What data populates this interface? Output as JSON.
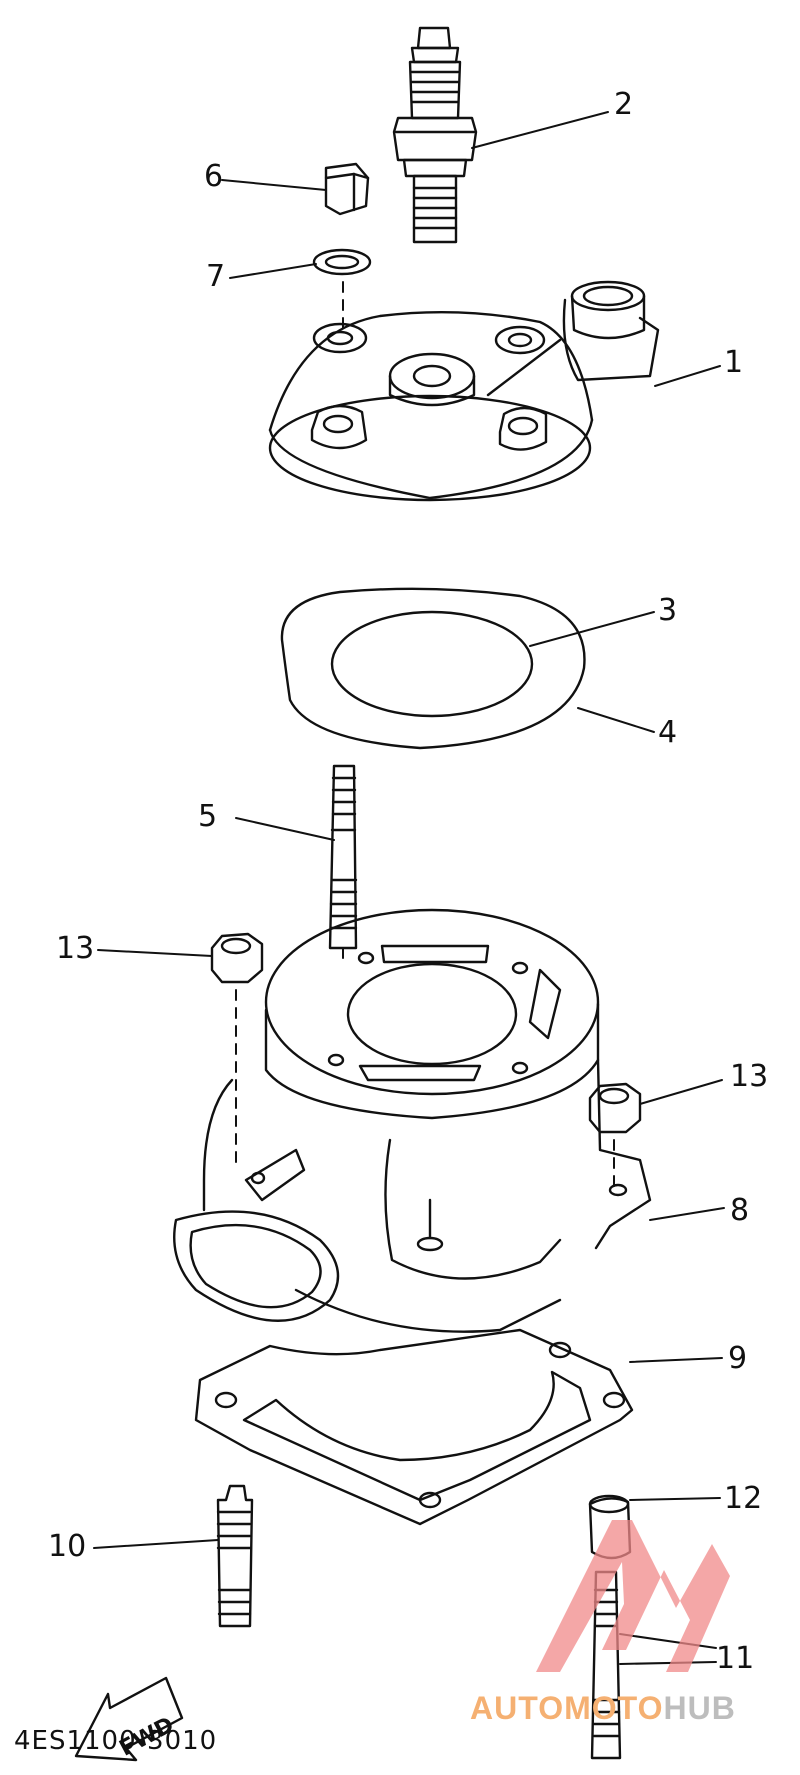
{
  "diagram": {
    "part_code": "4ES1100-3010",
    "fwd_label": "FWD",
    "callouts": [
      "1",
      "2",
      "3",
      "4",
      "5",
      "6",
      "7",
      "8",
      "9",
      "10",
      "11",
      "12",
      "13",
      "13"
    ],
    "watermark": {
      "part_a": "AUTOMOTO",
      "part_b": "HUB",
      "color_a": "#f5b072",
      "color_b": "#bdbdbd",
      "logo_color": "#f08a8a"
    }
  }
}
